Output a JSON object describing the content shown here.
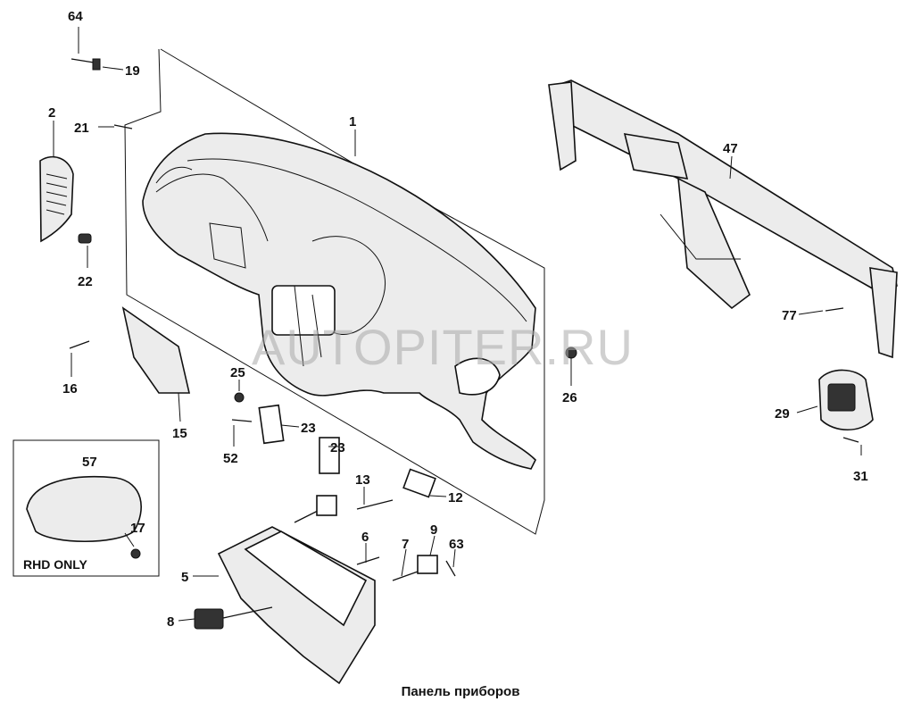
{
  "caption": "Панель приборов",
  "watermark": "AUTOPITER.RU",
  "inset_note": "RHD ONLY",
  "callouts": [
    {
      "id": "64",
      "text": "64"
    },
    {
      "id": "19",
      "text": "19"
    },
    {
      "id": "2",
      "text": "2"
    },
    {
      "id": "21",
      "text": "21"
    },
    {
      "id": "1",
      "text": "1"
    },
    {
      "id": "22",
      "text": "22"
    },
    {
      "id": "16",
      "text": "16"
    },
    {
      "id": "15",
      "text": "15"
    },
    {
      "id": "25",
      "text": "25"
    },
    {
      "id": "23a",
      "text": "23"
    },
    {
      "id": "52",
      "text": "52"
    },
    {
      "id": "23b",
      "text": "23"
    },
    {
      "id": "13",
      "text": "13"
    },
    {
      "id": "12",
      "text": "12"
    },
    {
      "id": "57",
      "text": "57"
    },
    {
      "id": "17",
      "text": "17"
    },
    {
      "id": "6",
      "text": "6"
    },
    {
      "id": "7",
      "text": "7"
    },
    {
      "id": "9",
      "text": "9"
    },
    {
      "id": "63",
      "text": "63"
    },
    {
      "id": "5",
      "text": "5"
    },
    {
      "id": "8",
      "text": "8"
    },
    {
      "id": "47",
      "text": "47"
    },
    {
      "id": "77",
      "text": "77"
    },
    {
      "id": "26",
      "text": "26"
    },
    {
      "id": "29",
      "text": "29"
    },
    {
      "id": "31",
      "text": "31"
    }
  ]
}
